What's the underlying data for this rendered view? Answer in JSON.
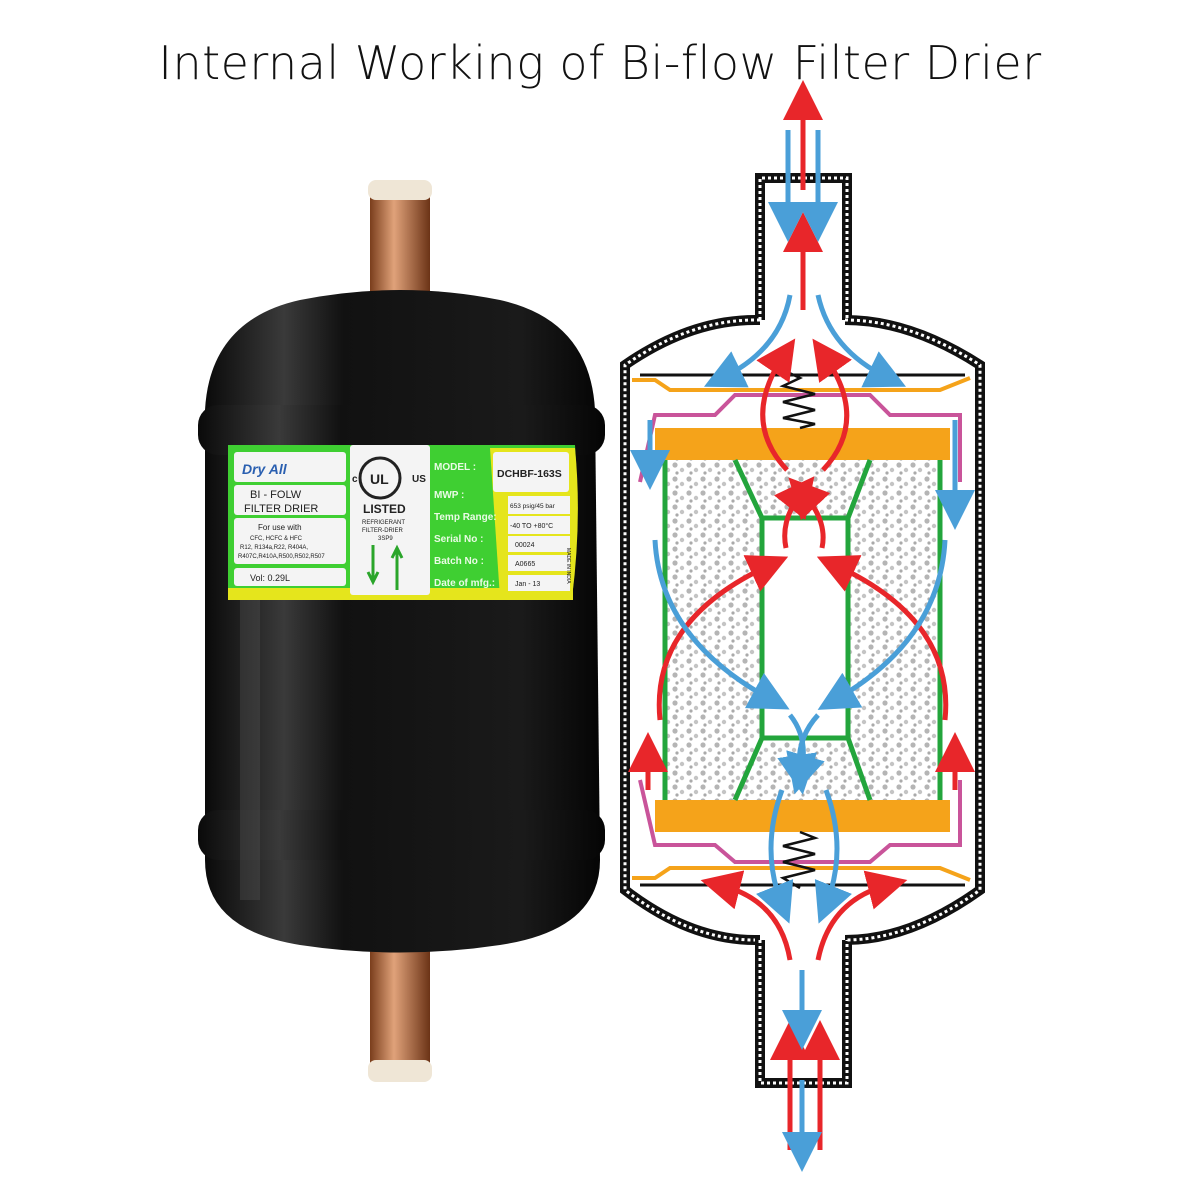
{
  "title": "Internal Working of Bi-flow Filter Drier",
  "label": {
    "brand": "Dry All",
    "product_line1": "BI - FOLW",
    "product_line2": "FILTER DRIER",
    "use_line1": "For use with",
    "use_line2": "CFC, HCFC & HFC",
    "use_line3": "R12, R134a,R22, R404A,",
    "use_line4": "R407C,R410A,R500,R502,R507",
    "volume": "Vol: 0.29L",
    "ul_c": "c",
    "ul_mark": "UL",
    "ul_us": "US",
    "ul_listed": "LISTED",
    "ul_line1": "REFRIGERANT",
    "ul_line2": "FILTER-DRIER",
    "ul_line3": "3SP9",
    "model_label": "MODEL :",
    "model_value": "DCHBF-163S",
    "mwp_label": "MWP :",
    "mwp_value": "653 psig/45 bar",
    "temp_label": "Temp Range:",
    "temp_value": "-40 TO +80°C",
    "serial_label": "Serial No :",
    "serial_value": "00024",
    "batch_label": "Batch No :",
    "batch_value": "A0665",
    "date_label": "Date of mfg.:",
    "date_value": "Jan - 13",
    "made_in": "MADE IN INDIA"
  },
  "colors": {
    "flow_out": "#e8262a",
    "flow_in": "#4a9fd8",
    "core": "#23a53c",
    "plate": "#f5a31a",
    "seal": "#c9549a"
  }
}
